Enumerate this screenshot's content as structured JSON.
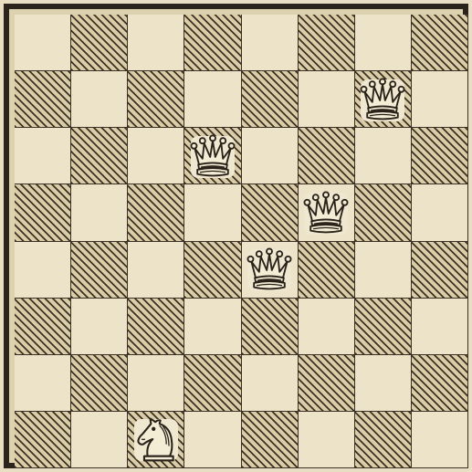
{
  "board": {
    "files": 8,
    "ranks": 8,
    "top_left_color": "light",
    "colors": {
      "frame": "#2b241c",
      "light_square": "#ece3c9",
      "dark_square_base": "#d9cca6",
      "hatch": "#3b3226"
    },
    "pieces": [
      {
        "type": "queen",
        "icon": "queen-icon",
        "color": "white",
        "row": 1,
        "col": 6
      },
      {
        "type": "queen",
        "icon": "queen-icon",
        "color": "white",
        "row": 2,
        "col": 3
      },
      {
        "type": "queen",
        "icon": "queen-icon",
        "color": "white",
        "row": 3,
        "col": 5
      },
      {
        "type": "queen",
        "icon": "queen-icon",
        "color": "white",
        "row": 4,
        "col": 4
      },
      {
        "type": "knight",
        "icon": "knight-icon",
        "color": "white",
        "row": 7,
        "col": 2
      }
    ]
  }
}
